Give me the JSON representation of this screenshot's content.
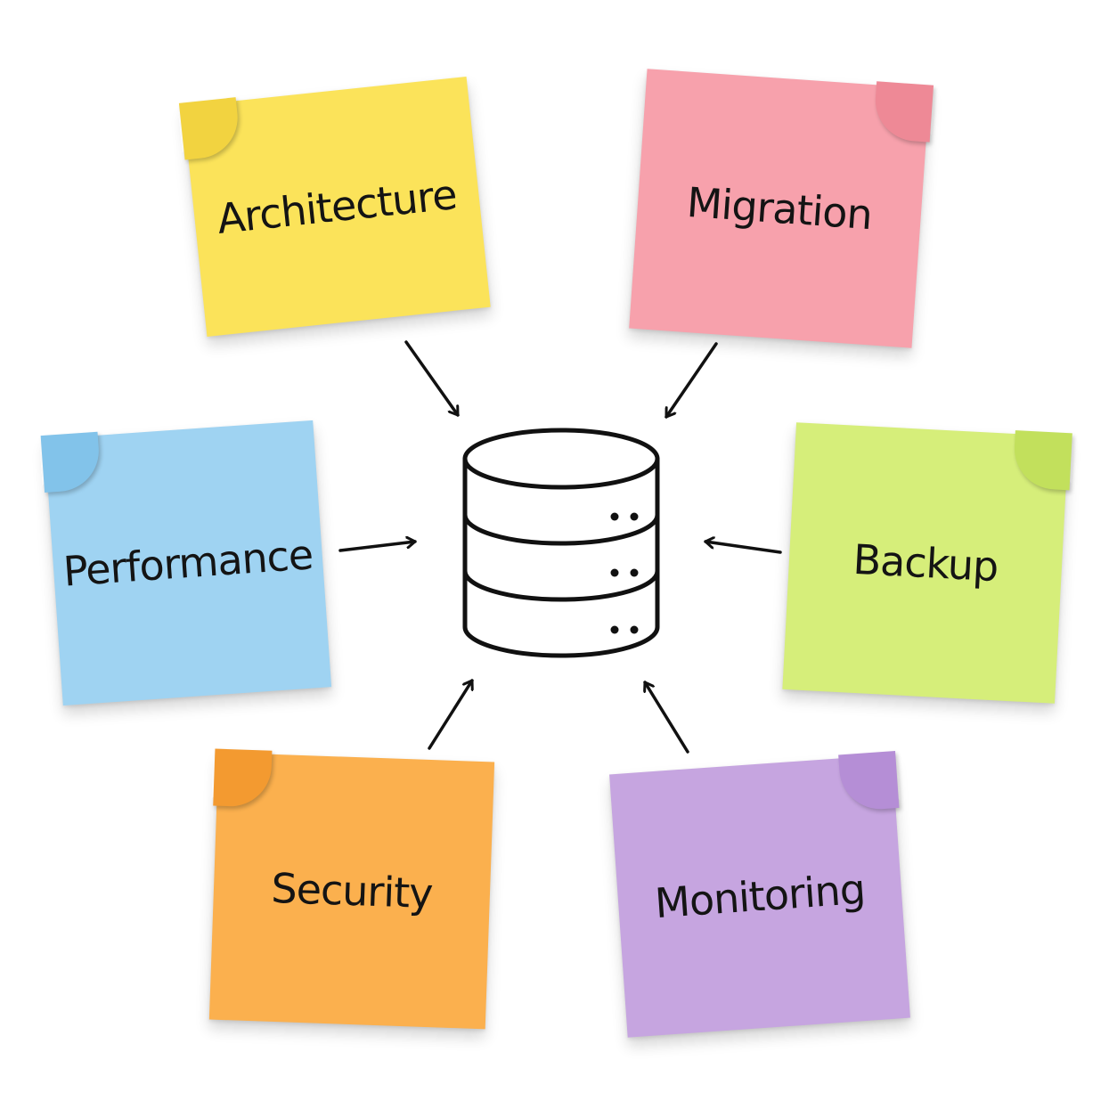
{
  "center_icon": "database-icon",
  "notes": [
    {
      "key": "architecture",
      "label": "Architecture",
      "color": "#FBE35A",
      "corner": "tl"
    },
    {
      "key": "migration",
      "label": "Migration",
      "color": "#F7A1AC",
      "corner": "tr"
    },
    {
      "key": "performance",
      "label": "Performance",
      "color": "#9FD3F2",
      "corner": "tl"
    },
    {
      "key": "backup",
      "label": "Backup",
      "color": "#D6EE7A",
      "corner": "tr"
    },
    {
      "key": "security",
      "label": "Security",
      "color": "#FBB04E",
      "corner": "tl"
    },
    {
      "key": "monitoring",
      "label": "Monitoring",
      "color": "#C6A5E0",
      "corner": "tr"
    }
  ]
}
